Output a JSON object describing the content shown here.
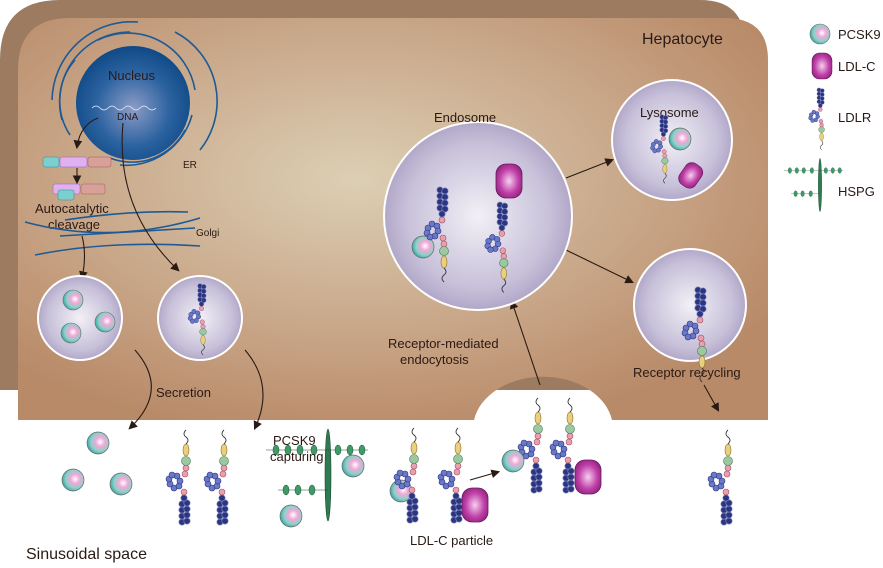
{
  "title": "",
  "labels": {
    "hepatocyte": "Hepatocyte",
    "nucleus": "Nucleus",
    "dna": "DNA",
    "er": "ER",
    "golgi": "Golgi",
    "autocatalytic_1": "Autocatalytic",
    "autocatalytic_2": "cleavage",
    "secretion": "Secretion",
    "endosome": "Endosome",
    "lysosome": "Lysosome",
    "endocytosis_1": "Receptor-mediated",
    "endocytosis_2": "endocytosis",
    "recycling": "Receptor recycling",
    "capturing_1": "PCSK9",
    "capturing_2": "capturing",
    "ldl_particle": "LDL-C particle",
    "sinusoidal": "Sinusoidal space"
  },
  "legend": [
    {
      "icon": "pcsk9-icon",
      "label": "PCSK9"
    },
    {
      "icon": "ldl-c-icon",
      "label": "LDL-C"
    },
    {
      "icon": "ldlr-icon",
      "label": "LDLR"
    },
    {
      "icon": "hspg-icon",
      "label": "HSPG"
    }
  ],
  "colors": {
    "cell_front": "#c49a78",
    "cell_back": "#9c7b60",
    "nucleus": "#1d5a96",
    "vesicle": "#b8b0cc",
    "ldl_c": "#b03a98",
    "ldlr_beads": "#2c3680",
    "hspg": "#2f7a50"
  }
}
